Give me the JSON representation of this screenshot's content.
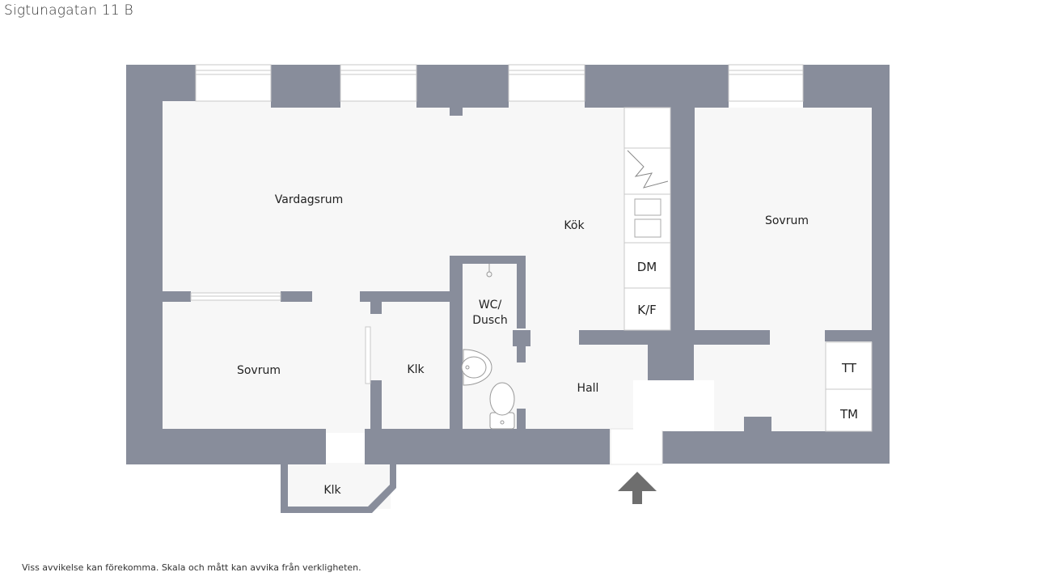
{
  "title": "Sigtunagatan 11 B",
  "disclaimer": "Viss avvikelse kan förekomma. Skala och mått kan avvika från verkligheten.",
  "colors": {
    "wall": "#888d9b",
    "floor": "#f7f7f7",
    "line": "#c8c8c8",
    "arrow": "#6e6e6e"
  },
  "rooms": {
    "vardagsrum": "Vardagsrum",
    "kok": "Kök",
    "sovrum_right": "Sovrum",
    "sovrum_left": "Sovrum",
    "klk_center": "Klk",
    "klk_bottom": "Klk",
    "wc_line1": "WC/",
    "wc_line2": "Dusch",
    "hall": "Hall"
  },
  "appliances": {
    "dm": "DM",
    "kf": "K/F",
    "tt": "TT",
    "tm": "TM"
  },
  "icons": {
    "entrance": "entrance-arrow-icon",
    "shower": "shower-icon",
    "sink": "sink-icon",
    "toilet": "toilet-icon",
    "stove": "stove-icon"
  }
}
